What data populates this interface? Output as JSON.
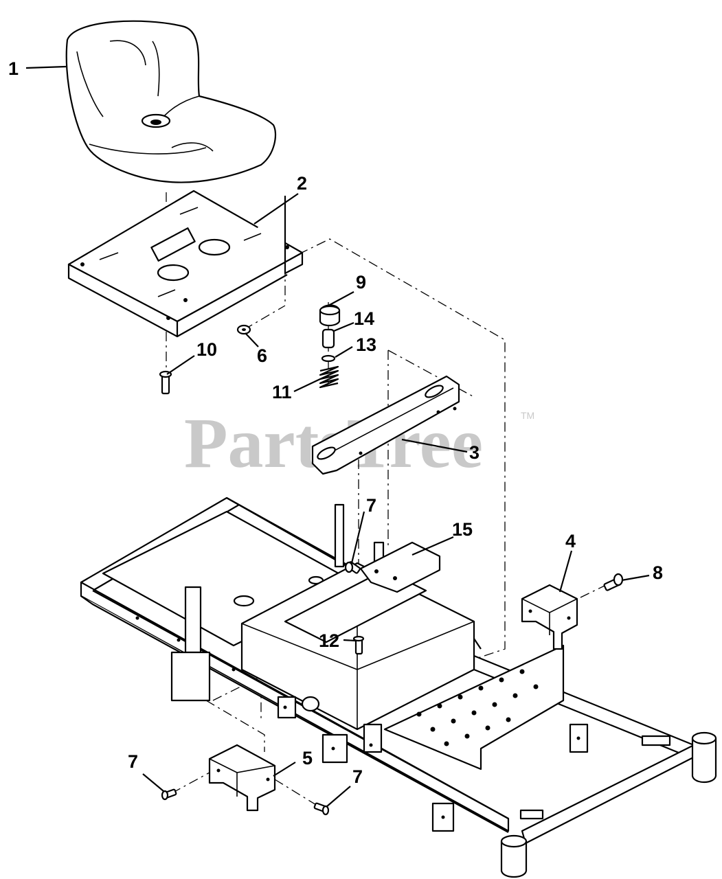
{
  "diagram": {
    "watermark": "PartsTree",
    "trademark": "TM",
    "callouts": [
      {
        "id": "1",
        "label": "1"
      },
      {
        "id": "2",
        "label": "2"
      },
      {
        "id": "3",
        "label": "3"
      },
      {
        "id": "4",
        "label": "4"
      },
      {
        "id": "5",
        "label": "5"
      },
      {
        "id": "6",
        "label": "6"
      },
      {
        "id": "7a",
        "label": "7"
      },
      {
        "id": "7b",
        "label": "7"
      },
      {
        "id": "7c",
        "label": "7"
      },
      {
        "id": "8",
        "label": "8"
      },
      {
        "id": "9",
        "label": "9"
      },
      {
        "id": "10",
        "label": "10"
      },
      {
        "id": "11",
        "label": "11"
      },
      {
        "id": "12",
        "label": "12"
      },
      {
        "id": "13",
        "label": "13"
      },
      {
        "id": "14",
        "label": "14"
      },
      {
        "id": "15",
        "label": "15"
      }
    ]
  }
}
